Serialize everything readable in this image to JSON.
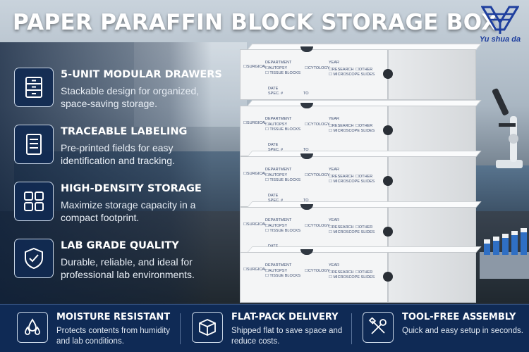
{
  "title": "PAPER PARAFFIN BLOCK STORAGE BOX",
  "brand": {
    "name": "Yu shua da",
    "color": "#1f3f9e"
  },
  "features": [
    {
      "title": "5-UNIT MODULAR DRAWERS",
      "desc": "Stackable design for organized, space-saving storage.",
      "icon": "drawers-icon"
    },
    {
      "title": "TRACEABLE LABELING",
      "desc": "Pre-printed fields for easy identification and tracking.",
      "icon": "checklist-icon"
    },
    {
      "title": "HIGH-DENSITY STORAGE",
      "desc": "Maximize storage capacity in a compact footprint.",
      "icon": "grid-icon"
    },
    {
      "title": "LAB GRADE QUALITY",
      "desc": "Durable, reliable, and ideal for professional lab environments.",
      "icon": "shield-check-icon"
    }
  ],
  "box_label": {
    "surgical": "☐SURGICAL",
    "department": "DEPARTMENT",
    "autopsy": "☐AUTOPSY",
    "tissue": "☐ TISSUE BLOCKS",
    "cytology": "☐CYTOLOGY",
    "year": "YEAR",
    "research": "☐RESEARCH",
    "slides": "☐ MICROSCOPE SLIDES",
    "other": "☐OTHER",
    "date": "DATE",
    "spec": "SPEC. #",
    "to": "TO"
  },
  "bottom_features": [
    {
      "title": "MOISTURE RESISTANT",
      "desc": "Protects contents from humidity and lab conditions.",
      "icon": "water-drops-icon"
    },
    {
      "title": "FLAT-PACK DELIVERY",
      "desc": "Shipped flat to save space and reduce costs.",
      "icon": "box-icon"
    },
    {
      "title": "TOOL-FREE ASSEMBLY",
      "desc": "Quick and easy setup in seconds.",
      "icon": "tools-icon"
    }
  ],
  "colors": {
    "navy": "#0f2a55",
    "text": "#ffffff",
    "label_ink": "#3b4c70"
  }
}
